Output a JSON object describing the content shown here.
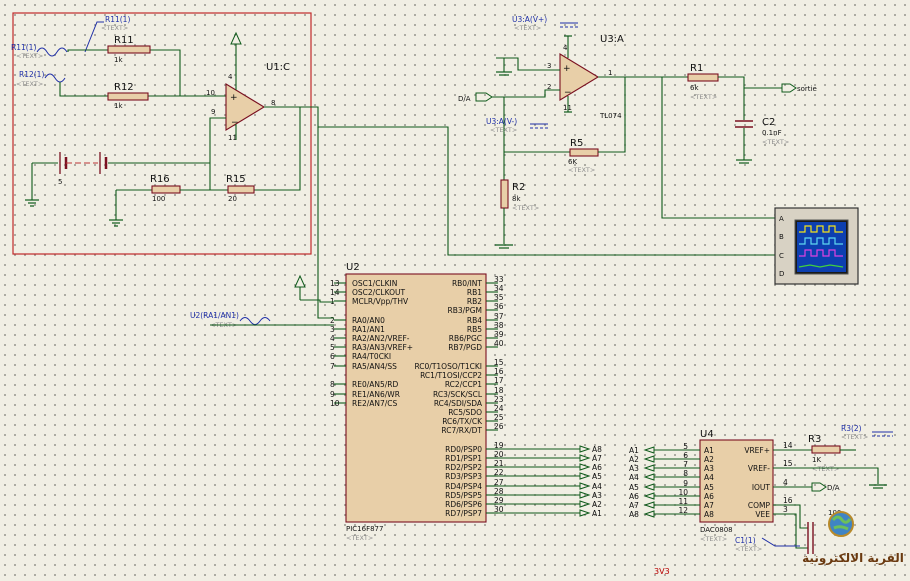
{
  "u1": {
    "ref": "U1:C",
    "pin_plus": "10",
    "pin_minus": "9",
    "pin_out": "8",
    "pin_v4": "4",
    "pin_v11": "11"
  },
  "u3": {
    "ref": "U3:A",
    "model": "TL074",
    "pin_plus": "3",
    "pin_minus": "2",
    "pin_out": "1",
    "pin_v4": "4",
    "pin_v11": "11"
  },
  "resistors": {
    "r11": {
      "ref": "R11",
      "value": "1k"
    },
    "r12": {
      "ref": "R12",
      "value": "1k"
    },
    "r16": {
      "ref": "R16",
      "value": "100"
    },
    "r15": {
      "ref": "R15",
      "value": "20"
    },
    "r1": {
      "ref": "R1",
      "value": "6k"
    },
    "r5": {
      "ref": "R5",
      "value": "6K"
    },
    "r2": {
      "ref": "R2",
      "value": "8k"
    },
    "r3": {
      "ref": "R3",
      "value": "1K"
    }
  },
  "c2": {
    "ref": "C2",
    "value": "0.1nF"
  },
  "c1": {
    "ref": "C1",
    "value": "100"
  },
  "battery": {
    "value": "5"
  },
  "text_placeholder": "<TEXT>",
  "probes": {
    "r11_1": "R11(1)",
    "r11_1b": "R11(1)",
    "r12_1": "R12(1)",
    "u3_vplus": "U3:A(V+)",
    "u3_vminus": "U3:A(V-)",
    "u2_ra1": "U2(RA1/AN1)",
    "r3_2": "R3(2)",
    "c1_1": "C1(1)"
  },
  "terminals": {
    "da_in": "D/A",
    "sortie": "sortie",
    "da_out": "D/A"
  },
  "scope": {
    "channels": [
      "A",
      "B",
      "C",
      "D"
    ]
  },
  "u2": {
    "ref": "U2",
    "model": "PIC16F877",
    "left_pins": [
      {
        "num": "13",
        "name": "OSC1/CLKIN"
      },
      {
        "num": "14",
        "name": "OSC2/CLKOUT"
      },
      {
        "num": "1",
        "name": "MCLR/Vpp/THV"
      },
      {
        "num": "2",
        "name": "RA0/AN0"
      },
      {
        "num": "3",
        "name": "RA1/AN1"
      },
      {
        "num": "4",
        "name": "RA2/AN2/VREF-"
      },
      {
        "num": "5",
        "name": "RA3/AN3/VREF+"
      },
      {
        "num": "6",
        "name": "RA4/T0CKI"
      },
      {
        "num": "7",
        "name": "RA5/AN4/SS"
      },
      {
        "num": "8",
        "name": "RE0/AN5/RD"
      },
      {
        "num": "9",
        "name": "RE1/AN6/WR"
      },
      {
        "num": "10",
        "name": "RE2/AN7/CS"
      }
    ],
    "right_pins_b": [
      {
        "num": "33",
        "name": "RB0/INT"
      },
      {
        "num": "34",
        "name": "RB1"
      },
      {
        "num": "35",
        "name": "RB2"
      },
      {
        "num": "36",
        "name": "RB3/PGM"
      },
      {
        "num": "37",
        "name": "RB4"
      },
      {
        "num": "38",
        "name": "RB5"
      },
      {
        "num": "39",
        "name": "RB6/PGC"
      },
      {
        "num": "40",
        "name": "RB7/PGD"
      }
    ],
    "right_pins_c": [
      {
        "num": "15",
        "name": "RC0/T1OSO/T1CKI"
      },
      {
        "num": "16",
        "name": "RC1/T1OSI/CCP2"
      },
      {
        "num": "17",
        "name": "RC2/CCP1"
      },
      {
        "num": "18",
        "name": "RC3/SCK/SCL"
      },
      {
        "num": "23",
        "name": "RC4/SDI/SDA"
      },
      {
        "num": "24",
        "name": "RC5/SDO"
      },
      {
        "num": "25",
        "name": "RC6/TX/CK"
      },
      {
        "num": "26",
        "name": "RC7/RX/DT"
      }
    ],
    "right_pins_d": [
      {
        "num": "19",
        "name": "RD0/PSP0",
        "net": "A8"
      },
      {
        "num": "20",
        "name": "RD1/PSP1",
        "net": "A7"
      },
      {
        "num": "21",
        "name": "RD2/PSP2",
        "net": "A6"
      },
      {
        "num": "22",
        "name": "RD3/PSP3",
        "net": "A5"
      },
      {
        "num": "27",
        "name": "RD4/PSP4",
        "net": "A4"
      },
      {
        "num": "28",
        "name": "RD5/PSP5",
        "net": "A3"
      },
      {
        "num": "29",
        "name": "RD6/PSP6",
        "net": "A2"
      },
      {
        "num": "30",
        "name": "RD7/PSP7",
        "net": "A1"
      }
    ]
  },
  "u4": {
    "ref": "U4",
    "model": "DAC0808",
    "left_pins": [
      {
        "num": "5",
        "name": "A1",
        "net": "A1"
      },
      {
        "num": "6",
        "name": "A2",
        "net": "A2"
      },
      {
        "num": "7",
        "name": "A3",
        "net": "A3"
      },
      {
        "num": "8",
        "name": "A4",
        "net": "A4"
      },
      {
        "num": "9",
        "name": "A5",
        "net": "A5"
      },
      {
        "num": "10",
        "name": "A6",
        "net": "A6"
      },
      {
        "num": "11",
        "name": "A7",
        "net": "A7"
      },
      {
        "num": "12",
        "name": "A8",
        "net": "A8"
      }
    ],
    "right_pins": [
      {
        "num": "14",
        "name": "VREF+"
      },
      {
        "num": "15",
        "name": "VREF-"
      },
      {
        "num": "4",
        "name": "IOUT"
      },
      {
        "num": "16",
        "name": "COMP"
      },
      {
        "num": "3",
        "name": "VEE"
      }
    ]
  },
  "footer": {
    "version": "3V3"
  },
  "watermark": {
    "text": "القرية الالكترونية"
  }
}
